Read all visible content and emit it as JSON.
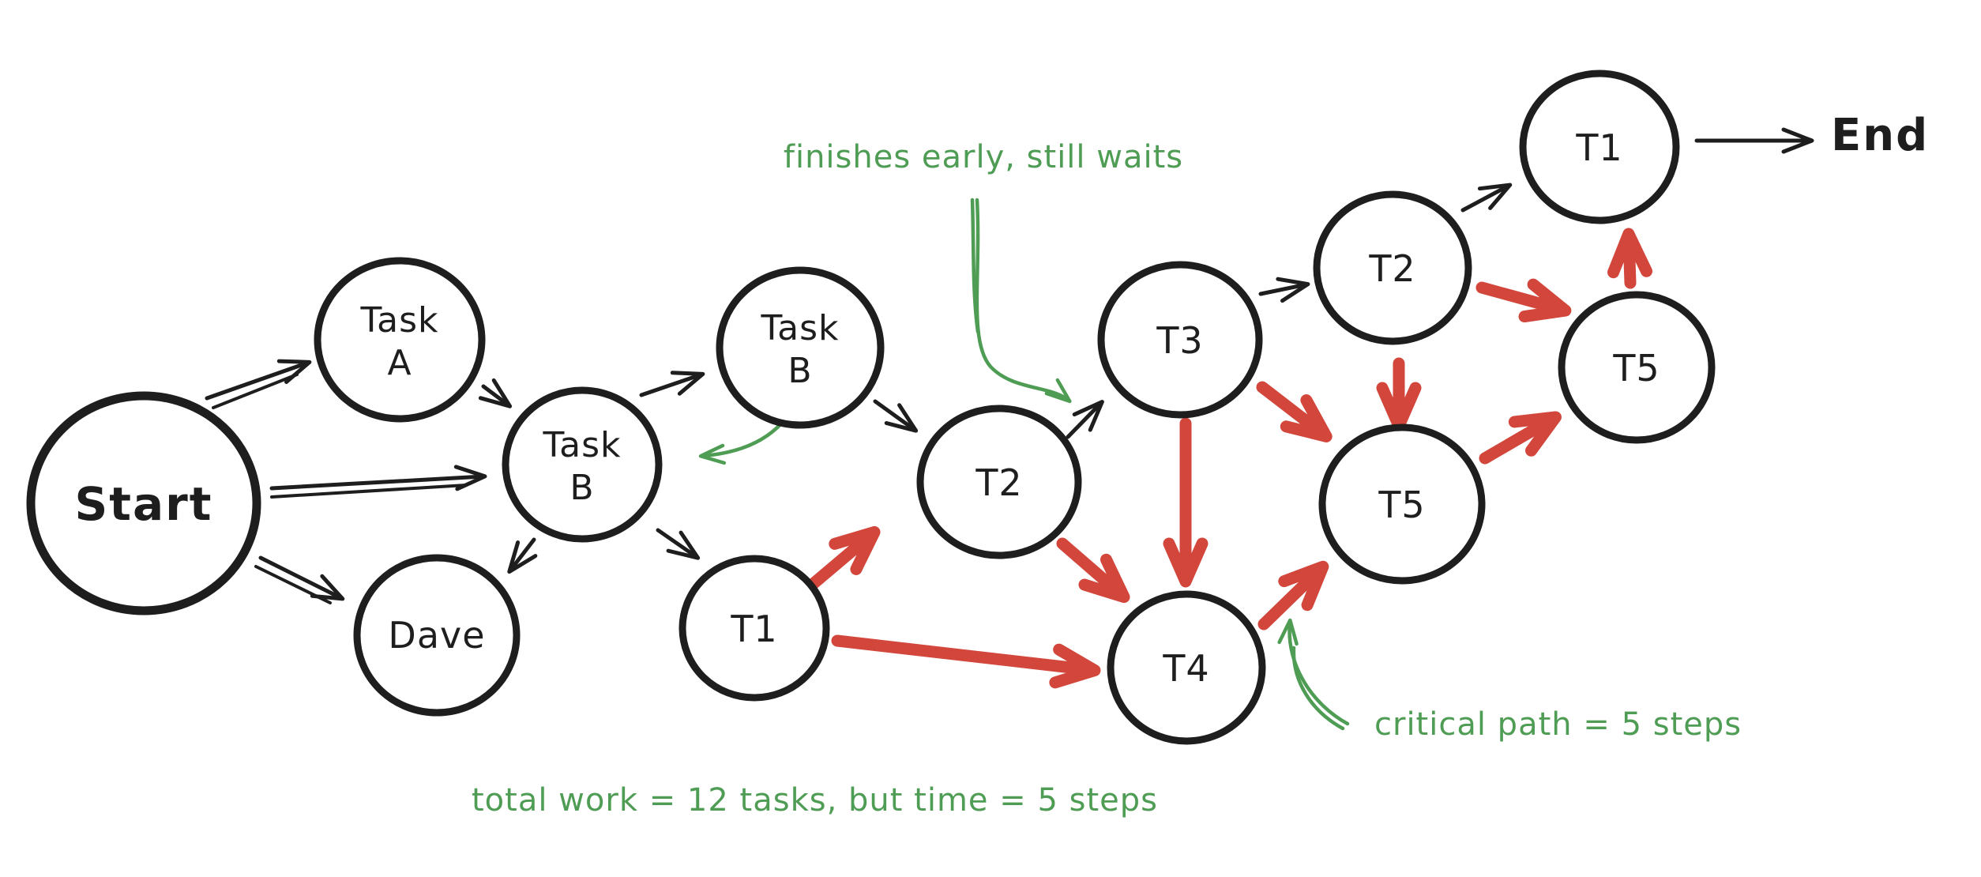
{
  "colors": {
    "background": "#ffffff",
    "ink": "#1e1e1e",
    "red": "#d2463b",
    "green": "#4f9d55"
  },
  "nodes": {
    "start": {
      "lines": [
        "Start"
      ]
    },
    "task_a": {
      "lines": [
        "Task",
        "A"
      ]
    },
    "task_b": {
      "lines": [
        "Task",
        "B"
      ]
    },
    "dave": {
      "lines": [
        "Dave"
      ]
    },
    "task_b_upper": {
      "lines": [
        "Task",
        "B"
      ]
    },
    "t1": {
      "lines": [
        "T1"
      ]
    },
    "t2": {
      "lines": [
        "T2"
      ]
    },
    "t3": {
      "lines": [
        "T3"
      ]
    },
    "t4": {
      "lines": [
        "T4"
      ]
    },
    "t5": {
      "lines": [
        "T5"
      ]
    },
    "t2_top": {
      "lines": [
        "T2"
      ]
    },
    "t5_far": {
      "lines": [
        "T5"
      ]
    },
    "t1_top": {
      "lines": [
        "T1"
      ]
    },
    "end": {
      "lines": [
        "End"
      ]
    }
  },
  "annotations": {
    "finishes_early": {
      "text": "finishes early, still waits"
    },
    "critical_path": {
      "text": "critical path = 5 steps"
    },
    "total_work": {
      "text": "total work = 12 tasks, but time = 5 steps"
    }
  },
  "edges": [
    {
      "from": "start",
      "to": "task_a",
      "type": "normal"
    },
    {
      "from": "start",
      "to": "task_b",
      "type": "normal"
    },
    {
      "from": "start",
      "to": "dave",
      "type": "normal"
    },
    {
      "from": "task_a",
      "to": "task_b",
      "type": "normal"
    },
    {
      "from": "task_b",
      "to": "dave",
      "type": "normal"
    },
    {
      "from": "task_b",
      "to": "task_b_upper",
      "type": "normal"
    },
    {
      "from": "task_b",
      "to": "t1",
      "type": "normal"
    },
    {
      "from": "task_b_upper",
      "to": "t2",
      "type": "normal"
    },
    {
      "from": "t2",
      "to": "t3",
      "type": "normal"
    },
    {
      "from": "t3",
      "to": "t2_top",
      "type": "normal"
    },
    {
      "from": "t2_top",
      "to": "t1_top",
      "type": "normal"
    },
    {
      "from": "t1_top",
      "to": "end",
      "type": "normal"
    },
    {
      "from": "t1",
      "to": "t2",
      "type": "critical"
    },
    {
      "from": "t1",
      "to": "t4",
      "type": "critical"
    },
    {
      "from": "t2",
      "to": "t4",
      "type": "critical"
    },
    {
      "from": "t3",
      "to": "t4",
      "type": "critical"
    },
    {
      "from": "t3",
      "to": "t5",
      "type": "critical"
    },
    {
      "from": "t2_top",
      "to": "t5",
      "type": "critical"
    },
    {
      "from": "t2_top",
      "to": "t5_far",
      "type": "critical"
    },
    {
      "from": "t4",
      "to": "t5",
      "type": "critical"
    },
    {
      "from": "t5",
      "to": "t5_far",
      "type": "critical"
    },
    {
      "from": "t5_far",
      "to": "t1_top",
      "type": "critical"
    }
  ],
  "annotation_arrows": [
    {
      "from": "finishes_early_text",
      "points_to": "t3"
    },
    {
      "from": "task_b_upper",
      "points_to": "task_b"
    },
    {
      "from": "critical_path_text",
      "points_to": "t4_t5_edge"
    }
  ]
}
